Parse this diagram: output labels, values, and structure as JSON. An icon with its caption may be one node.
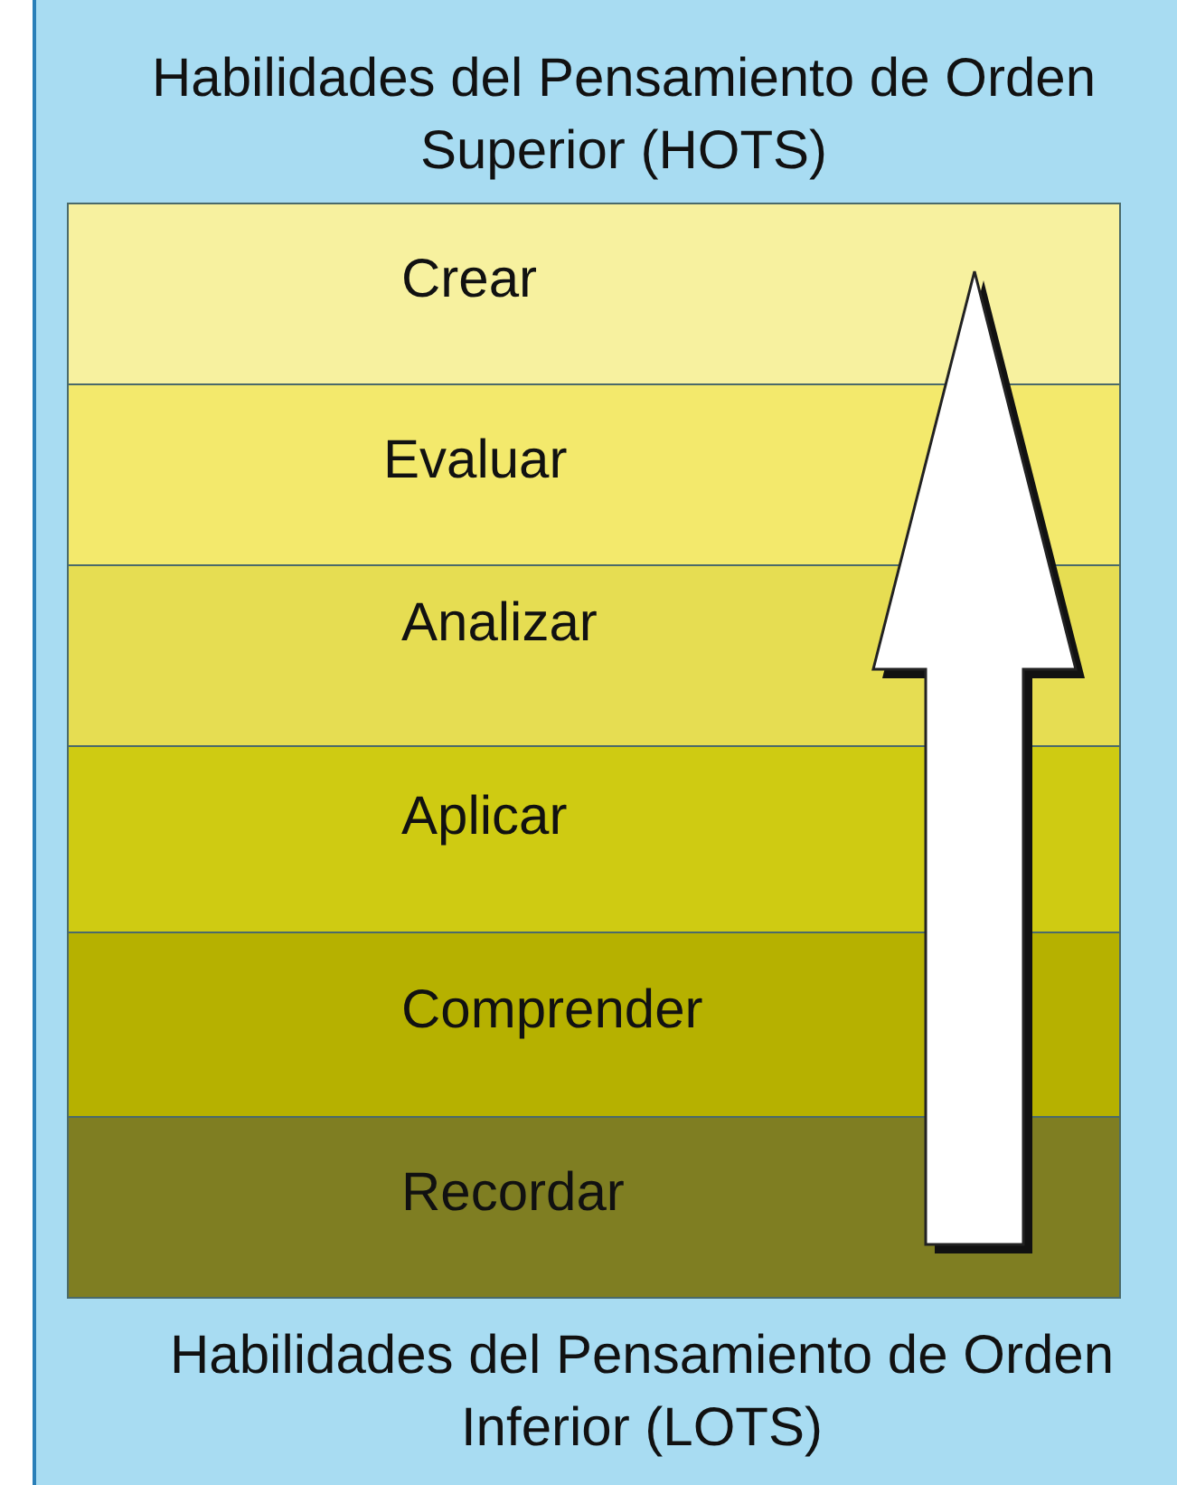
{
  "diagram": {
    "title": "Habilidades del Pensamiento de Orden Superior (HOTS)",
    "caption": "Habilidades del Pensamiento de Orden Inferior (LOTS)",
    "nodes": [
      {
        "text": [
          "Crear"
        ]
      },
      {
        "text": [
          "Evaluar"
        ]
      },
      {
        "text": [
          "Analizar"
        ]
      },
      {
        "text": [
          "Aplicar"
        ]
      },
      {
        "text": [
          "Comprender"
        ]
      },
      {
        "text": [
          "Recordar"
        ]
      }
    ],
    "edges": [
      {
        "from": 5,
        "to": 0,
        "arrow": "to"
      }
    ]
  }
}
